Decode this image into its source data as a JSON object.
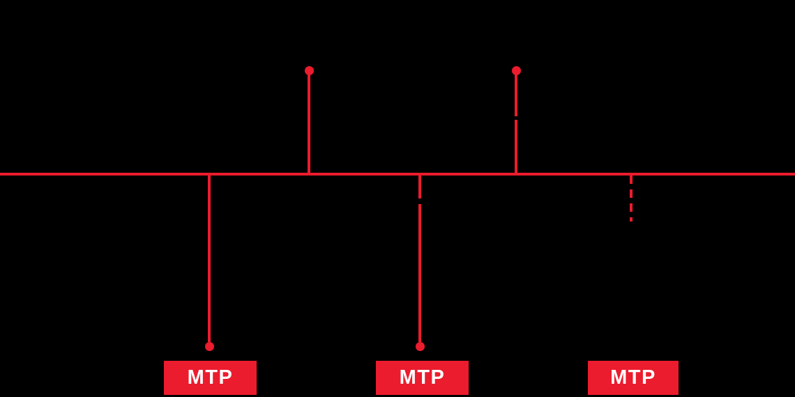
{
  "colors": {
    "background": "#000000",
    "accent": "#EB1C2D",
    "label-text": "#FFFFFF"
  },
  "diagram": {
    "nodes": [
      {
        "label": "MTP"
      },
      {
        "label": "MTP"
      },
      {
        "label": "MTP"
      }
    ]
  }
}
